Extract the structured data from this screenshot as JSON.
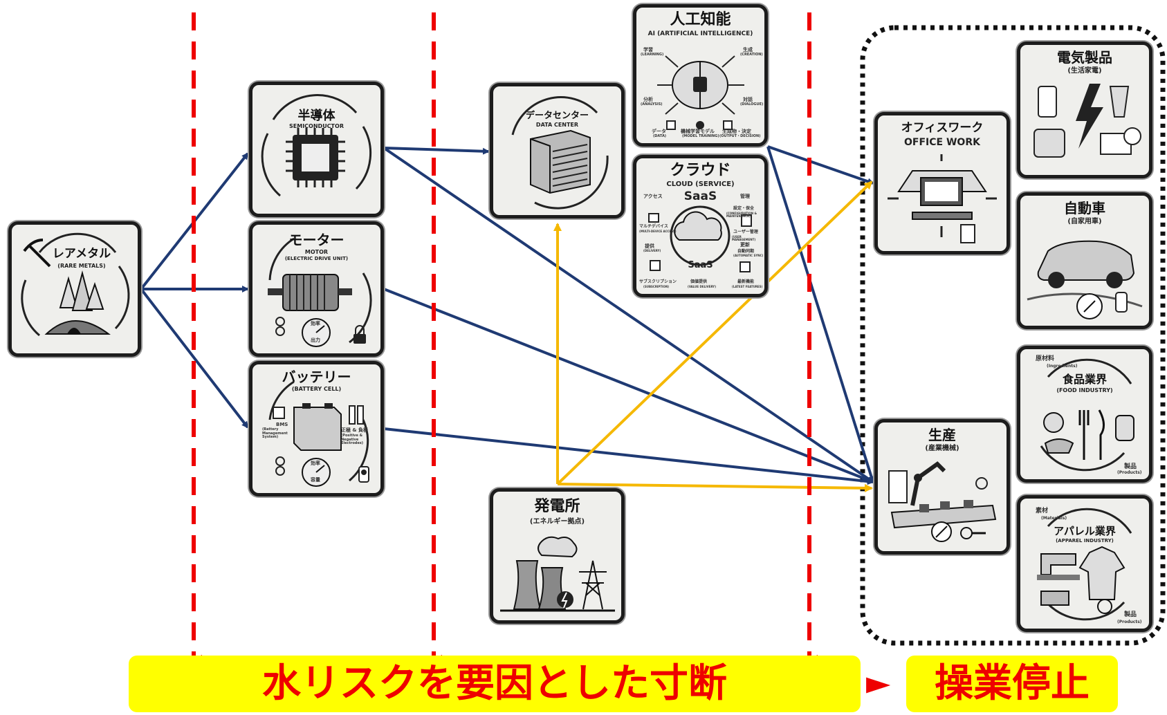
{
  "colors": {
    "navy_arrow": "#1f3a73",
    "orange_arrow": "#f5b800",
    "red_dash": "#ee0000",
    "banner_bg": "#ffff00",
    "banner_text": "#ee0000"
  },
  "nodes": {
    "rare_metal": {
      "title": "レアメタル",
      "sub": "(RARE METALS)",
      "icon": "crystal-mine-icon"
    },
    "semiconductor": {
      "title": "半導体",
      "sub": "SEMICONDUCTOR",
      "icon": "chip-icon"
    },
    "motor": {
      "title": "モーター",
      "sub1": "MOTOR",
      "sub2": "(ELECTRIC DRIVE UNIT)",
      "icon": "motor-icon",
      "labels": {
        "efficiency": "効率",
        "output": "出力"
      }
    },
    "battery": {
      "title": "バッテリー",
      "sub": "(BATTERY CELL)",
      "icon": "battery-icon",
      "labels": {
        "bms": "BMS",
        "bms_en": "(Battery Management System)",
        "electrodes": "正極 & 負極",
        "electrodes_en": "(Positive & Negative Electrodes)",
        "efficiency": "効率",
        "capacity": "容量"
      }
    },
    "data_center": {
      "title": "データセンター",
      "sub": "DATA CENTER",
      "icon": "server-rack-icon"
    },
    "ai": {
      "title": "人工知能",
      "sub": "AI (ARTIFICIAL INTELLIGENCE)",
      "icon": "brain-icon",
      "labels": {
        "learning": "学習",
        "learning_en": "(LEARNING)",
        "creation": "生成",
        "creation_en": "(CREATION)",
        "analysis": "分析",
        "analysis_en": "(ANALYSIS)",
        "dialogue": "対話",
        "dialogue_en": "(DIALOGUE)",
        "data": "データ",
        "data_en": "(DATA)",
        "training": "機械学習モデル",
        "training_en": "(MODEL TRAINING)",
        "output": "生成物・決定",
        "output_en": "(OUTPUT・DECISION)"
      }
    },
    "cloud": {
      "title": "クラウド",
      "sub": "CLOUD (SERVICE)",
      "saas": "SaaS",
      "icon": "cloud-icon",
      "labels": {
        "access": "アクセス",
        "multi_device": "マルチデバイス",
        "multi_device_en": "(MULTI-DEVICE ACCESS)",
        "manage": "管理",
        "config": "設定・保全",
        "config_en": "(CONFIGURATION & MAINTENANCE)",
        "user_mgmt": "ユーザー管理",
        "user_mgmt_en": "(USER MANAGEMENT)",
        "delivery": "提供",
        "delivery_en": "(DELIVERY)",
        "update": "更新",
        "auto_sync": "自動同期",
        "auto_sync_en": "(AUTOMATIC SYNC)",
        "subscription": "サブスクリプション",
        "subscription_en": "(SUBSCRIPTION)",
        "value": "価値提供",
        "value_en": "(VALUE DELIVERY)",
        "latest": "最新機能",
        "latest_en": "(LATEST FEATURES)"
      }
    },
    "power_plant": {
      "title": "発電所",
      "sub": "(エネルギー拠点)",
      "icon": "power-plant-icon"
    },
    "office_work": {
      "title": "オフィスワーク",
      "sub": "OFFICE WORK",
      "icon": "office-desk-icon"
    },
    "production": {
      "title": "生産",
      "sub": "(産業機械)",
      "icon": "robot-arm-icon"
    },
    "appliances": {
      "title": "電気製品",
      "sub": "(生活家電)",
      "icon": "appliances-icon"
    },
    "automobile": {
      "title": "自動車",
      "sub": "(自家用車)",
      "icon": "car-icon"
    },
    "food_industry": {
      "title": "食品業界",
      "sub": "(FOOD INDUSTRY)",
      "ingredients": "原材料",
      "ingredients_en": "(Ingredients)",
      "products": "製品",
      "products_en": "(Products)",
      "icon": "food-icon"
    },
    "apparel_industry": {
      "title": "アパレル業界",
      "sub": "(APPAREL INDUSTRY)",
      "materials": "素材",
      "materials_en": "(Materials)",
      "products": "製品",
      "products_en": "(Products)",
      "icon": "sewing-machine-icon"
    }
  },
  "banner": {
    "left": "水リスクを要因とした寸断",
    "arrow": "►",
    "right": "操業停止"
  }
}
